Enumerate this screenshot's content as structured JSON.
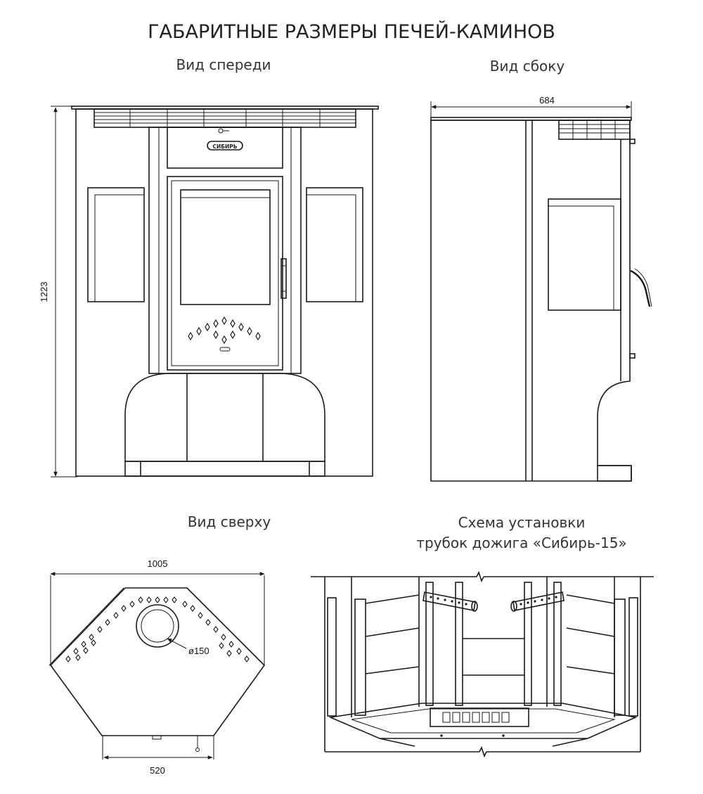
{
  "title": "ГАБАРИТНЫЕ РАЗМЕРЫ ПЕЧЕЙ-КАМИНОВ",
  "views": {
    "front": {
      "caption": "Вид спереди",
      "height": "1223",
      "badge": "СИБИРЬ"
    },
    "side": {
      "caption": "Вид сбоку",
      "depth": "684"
    },
    "top": {
      "caption": "Вид сверху",
      "width": "1005",
      "back": "520",
      "flue": "ø150"
    },
    "scheme": {
      "caption_line1": "Схема установки",
      "caption_line2": "трубок дожига «Сибирь-15»"
    }
  }
}
